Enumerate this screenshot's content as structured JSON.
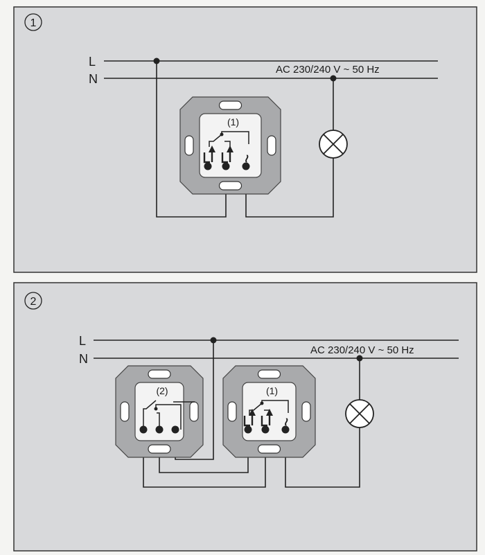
{
  "panels": [
    {
      "number": "1",
      "line_label": "L",
      "neutral_label": "N",
      "supply": "AC 230/240 V ~ 50 Hz",
      "switches": [
        {
          "label": "(1)"
        }
      ]
    },
    {
      "number": "2",
      "line_label": "L",
      "neutral_label": "N",
      "supply": "AC 230/240 V ~ 50 Hz",
      "switches": [
        {
          "label": "(2)"
        },
        {
          "label": "(1)"
        }
      ]
    }
  ],
  "colors": {
    "panel_bg": "#d8d9db",
    "plate": "#a9aaac",
    "inner": "#f3f3f3",
    "wire": "#222222"
  }
}
